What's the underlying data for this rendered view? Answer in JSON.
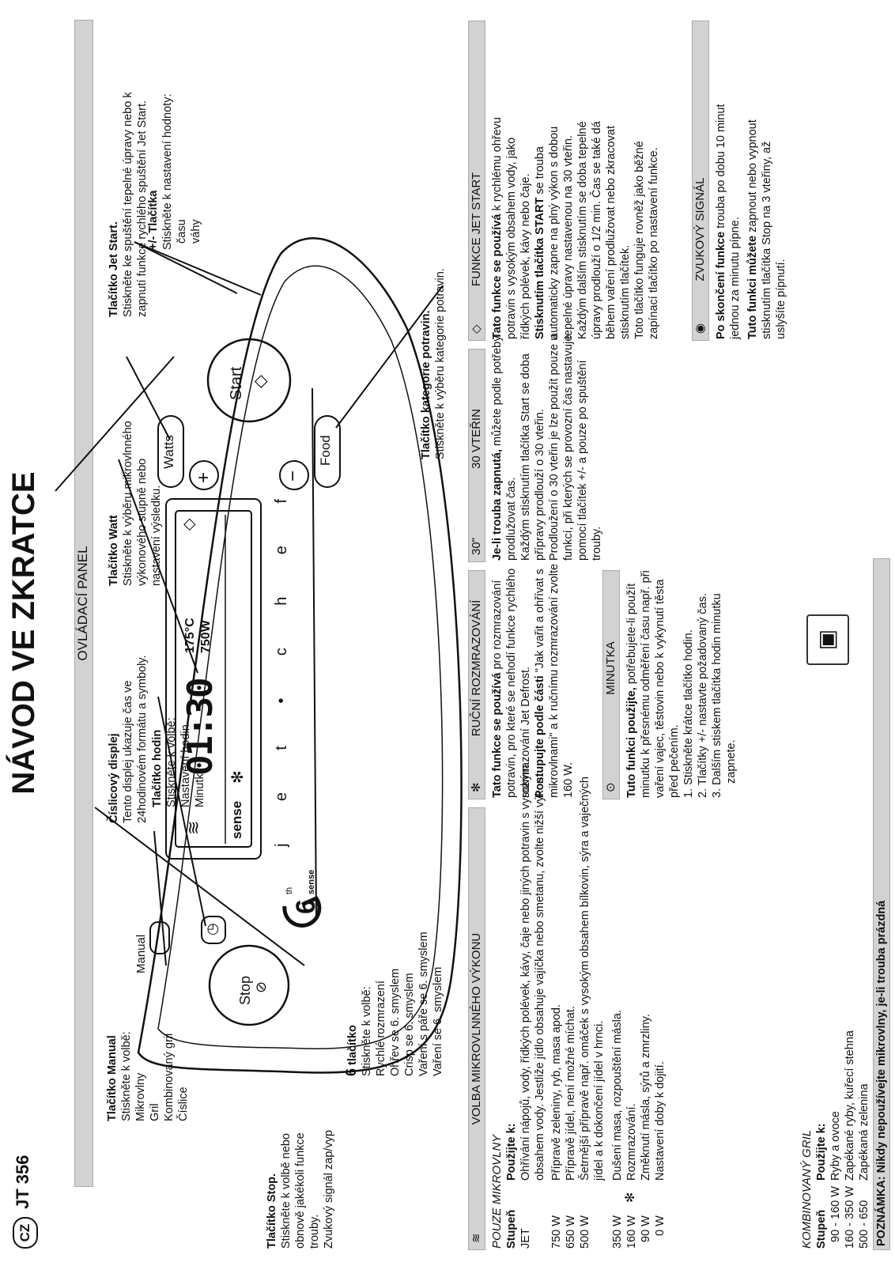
{
  "header": {
    "lang_badge": "CZ",
    "model": "JT 356",
    "title": "NÁVOD VE ZKRATCE"
  },
  "panel_bar": "OVLÁDACÍ PANEL",
  "device": {
    "stop_label": "Stop",
    "manual_label": "Manual",
    "start_label": "Start",
    "watts_label": "Watts",
    "food_label": "Food",
    "plus": "+",
    "minus": "−",
    "sense_label": "sense",
    "sixth_label": "6",
    "th_label": "th",
    "display_clock": "01:30",
    "display_temp": "175°C",
    "display_watt": "750W",
    "display_sense": "sense",
    "letters": [
      "j",
      "e",
      "t",
      "•",
      "c",
      "h",
      "e",
      "f"
    ]
  },
  "callouts": {
    "manual": {
      "title": "Tlačítko Manual",
      "lines": [
        "Stiskněte k volbě:",
        "Mikrovlny",
        "Gril",
        "Kombinovaný gril",
        "Číslice"
      ]
    },
    "clock": {
      "title": "Tlačítko hodin",
      "lines": [
        "Stiskněte k volbě:",
        "Nastavení hodin",
        "Minutky"
      ]
    },
    "display": {
      "title": "Číslicový displej",
      "lines": [
        "Tento displej ukazuje čas ve",
        "24hodinovém formátu a symboly."
      ]
    },
    "watt": {
      "title": "Tlačítko Watt",
      "lines": [
        "Stiskněte k výběru mikrovlnného",
        "výkonového stupně nebo",
        "nastavení výsledku."
      ]
    },
    "jet": {
      "title": "Tlačítko Jet Start.",
      "lines": [
        "Stiskněte ke spuštění tepelné úpravy nebo k",
        "zapnutí funkce rychlého spuštění Jet Start."
      ]
    },
    "plusminus": {
      "title": "+/- Tlačítka",
      "lines": [
        "Stiskněte k nastavení hodnoty:",
        "času",
        "váhy"
      ]
    },
    "stop": {
      "title": "Tlačítko Stop.",
      "lines": [
        "Stiskněte k volbě nebo",
        "obnově jakékoli funkce",
        "trouby.",
        "Zvukový signál zap/vyp"
      ]
    },
    "sixth": {
      "title": "tlačítko",
      "lines": [
        "Stiskněte k volbě:",
        "Rychlé rozmrazení",
        "Ohřev se 6. smyslem",
        "Crisp se 6. smyslem",
        "Vaření s páře se 6. smyslem",
        "Vaření se 6. smyslem"
      ]
    },
    "food": {
      "title": "Tlačítko kategorie potravin.",
      "lines": [
        "Stiskněte k výběru kategorie potravin."
      ]
    }
  },
  "power": {
    "bar": "VOLBA MIKROVLNNÉHO VÝKONU",
    "mode1": "POUZE MIKROVLNY",
    "col_level": "Stupeň",
    "col_use": "Použijte k:",
    "rows": [
      {
        "level": "JET",
        "lines": [
          "Ohřívání nápojů, vody, řídkých polévek, kávy, čaje nebo jiných potravin s vysokým",
          "obsahem vody. Jestliže jídlo obsahuje vajíčka nebo smetanu, zvolte nižší výkon."
        ]
      },
      {
        "level": "750 W",
        "lines": [
          "Přípravě zeleniny, ryb, masa apod."
        ]
      },
      {
        "level": "650 W",
        "lines": [
          "Přípravě jídel, není možné míchat."
        ]
      },
      {
        "level": "500 W",
        "lines": [
          "Šetrnější přípravě např. omáček s vysokým obsahem bílkovin, sýra a vaječných",
          "jídel a k dokončení jídel v hrnci."
        ]
      },
      {
        "level": "350 W",
        "lines": [
          "Dušení masa, rozpouštění másla."
        ]
      },
      {
        "level": "160 W",
        "lines": [
          "Rozmrazování."
        ]
      },
      {
        "level": "90 W",
        "lines": [
          "Změknutí másla, sýrů a zmrzliny."
        ]
      },
      {
        "level": "0 W",
        "lines": [
          "Nastavení doby k dojití."
        ]
      }
    ],
    "defrost_mark": "✻",
    "mode2": "KOMBINOVANÝ GRIL",
    "combo_rows": [
      {
        "level": "90 - 160 W",
        "use": "Ryby a ovoce"
      },
      {
        "level": "160 - 350 W",
        "use": "Zapékané ryby, kuřecí stehna"
      },
      {
        "level": "500 - 650",
        "use": "Zapékaná zelenina"
      }
    ],
    "note_label": "POZNÁMKA",
    "note_text": ": Nikdy nepoužívejte mikrovlny, je-li trouba prázdná"
  },
  "defrost": {
    "bar": "RUČNÍ ROZMRAZOVÁNÍ",
    "p1_b": "Tato funkce se používá",
    "p1": [
      " pro rozmrazování",
      "potravin, pro které se nehodí funkce rychlého",
      "rozmrazování Jet Defrost."
    ],
    "p2_b": "Postupujte podle části",
    "p2": [
      " \"Jak vařit a ohřívat s",
      "mikrovlnami\" a k ručnímu rozmrazování zvolte",
      "160 W."
    ]
  },
  "minutka": {
    "bar": "MINUTKA",
    "p1_b": "Tuto funkci použijte,",
    "p1": [
      " potřebujete-li použít",
      "minutku k přesnému odměření času např. při",
      "vaření vajec, těstovin nebo k vykynutí těsta",
      "před pečením."
    ],
    "steps": [
      "1. Stiskněte krátce tlačítko hodin.",
      "2. Tlačítky +/- nastavte požadovaný čas.",
      "3. Dalším stiskem tlačítka hodin minutku",
      "zapnete."
    ]
  },
  "sec30": {
    "bar_left": "30\"",
    "bar": "30 VTEŘIN",
    "p1_b": "Je-li trouba zapnutá,",
    "lines": [
      " můžete podle potřeby",
      "prodlužovat čas.",
      "Každým stisknutím tlačítka Start se doba",
      "přípravy prodlouží o 30 vteřin.",
      "Prodloužení o 30 vteřin je lze použít pouze u",
      "funkcí, při kterých se provozní čas nastavuje",
      "pomocí tlačítek +/- a pouze po spuštění",
      "trouby."
    ]
  },
  "jetstart": {
    "bar": "FUNKCE JET START",
    "p1_b": "Tato funkce se používá",
    "p1": [
      " k rychlému ohřevu",
      "potravin s vysokým obsahem vody, jako",
      "řídkých polévek, kávy nebo čaje."
    ],
    "p2_b": "Stisknutím tlačítka START",
    "p2": [
      " se trouba",
      "automaticky zapne na plný výkon s dobou",
      "tepelné úpravy nastavenou na 30 vteřin.",
      "Každým dalším stisknutím se doba tepelné",
      "úpravy prodlouží o 1/2 min. Čas se také dá",
      "během vaření prodlužovat nebo zkracovat",
      "stisknutím tlačítek.",
      "Toto tlačítko funguje rovněž jako běžné",
      "zapínací tlačítko po nastavení funkce."
    ]
  },
  "signal": {
    "bar": "ZVUKOVÝ SIGNÁL",
    "p1_b": "Po skončení funkce",
    "p1": [
      " trouba po dobu 10 minut",
      "jednou za minutu pípne."
    ],
    "p2_b": "Tuto funkci můžete",
    "p2": [
      " zapnout nebo vypnout",
      "stisknutím tlačítka Stop na 3 vteřiny, až",
      "uslyšíte pípnutí."
    ]
  }
}
